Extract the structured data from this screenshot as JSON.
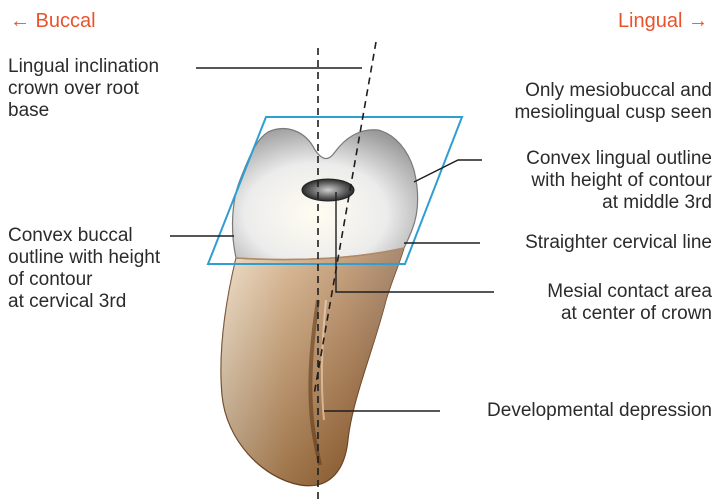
{
  "direction": {
    "left": "← Buccal",
    "right": "Lingual →"
  },
  "labels": {
    "lingual_inclination": [
      "Lingual inclination",
      "crown over root",
      "base"
    ],
    "cusps_seen": [
      "Only mesiobuccal and",
      "mesiolingual cusp seen"
    ],
    "convex_lingual": [
      "Convex lingual outline",
      "with height of contour",
      "at middle 3rd"
    ],
    "convex_buccal": [
      "Convex buccal",
      "outline with height",
      "of contour",
      "at cervical 3rd"
    ],
    "cervical_line": "Straighter cervical line",
    "contact_area": [
      "Mesial contact area",
      "at center of crown"
    ],
    "depression": "Developmental depression"
  },
  "colors": {
    "direction_text": "#e8532c",
    "label_text": "#2b2b2b",
    "plane_outline": "#2e9fd0",
    "enamel": "#d9d9d9",
    "root": "#b07a46"
  }
}
